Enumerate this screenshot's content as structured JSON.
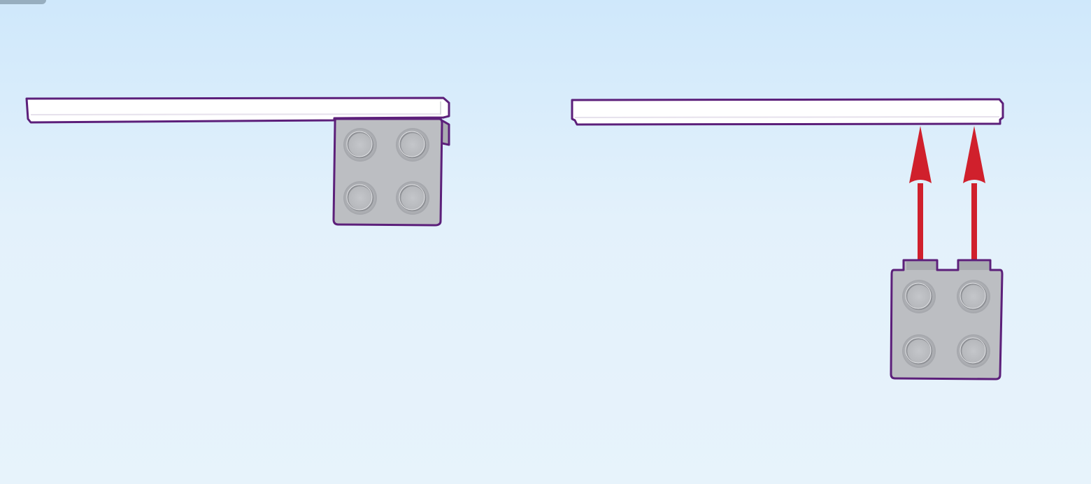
{
  "scene": {
    "background_colors": [
      "#cfe8fb",
      "#e7f3fb"
    ],
    "outline_color": "#5c1f7a",
    "plate_color": "#ffffff",
    "brick_color": "#bcbec2",
    "arrow_color": "#d0202c"
  },
  "steps": [
    {
      "name": "assembled",
      "parts": [
        {
          "part": "plate",
          "orientation": "side-view"
        },
        {
          "part": "brick-2x2",
          "studs": 4,
          "state": "attached-under-plate-right-end"
        }
      ]
    },
    {
      "name": "exploded",
      "parts": [
        {
          "part": "plate",
          "orientation": "side-view"
        },
        {
          "part": "brick-2x2",
          "studs": 4,
          "state": "below-plate-right-end"
        }
      ],
      "arrows": [
        {
          "direction": "up",
          "count": 2
        }
      ]
    }
  ]
}
